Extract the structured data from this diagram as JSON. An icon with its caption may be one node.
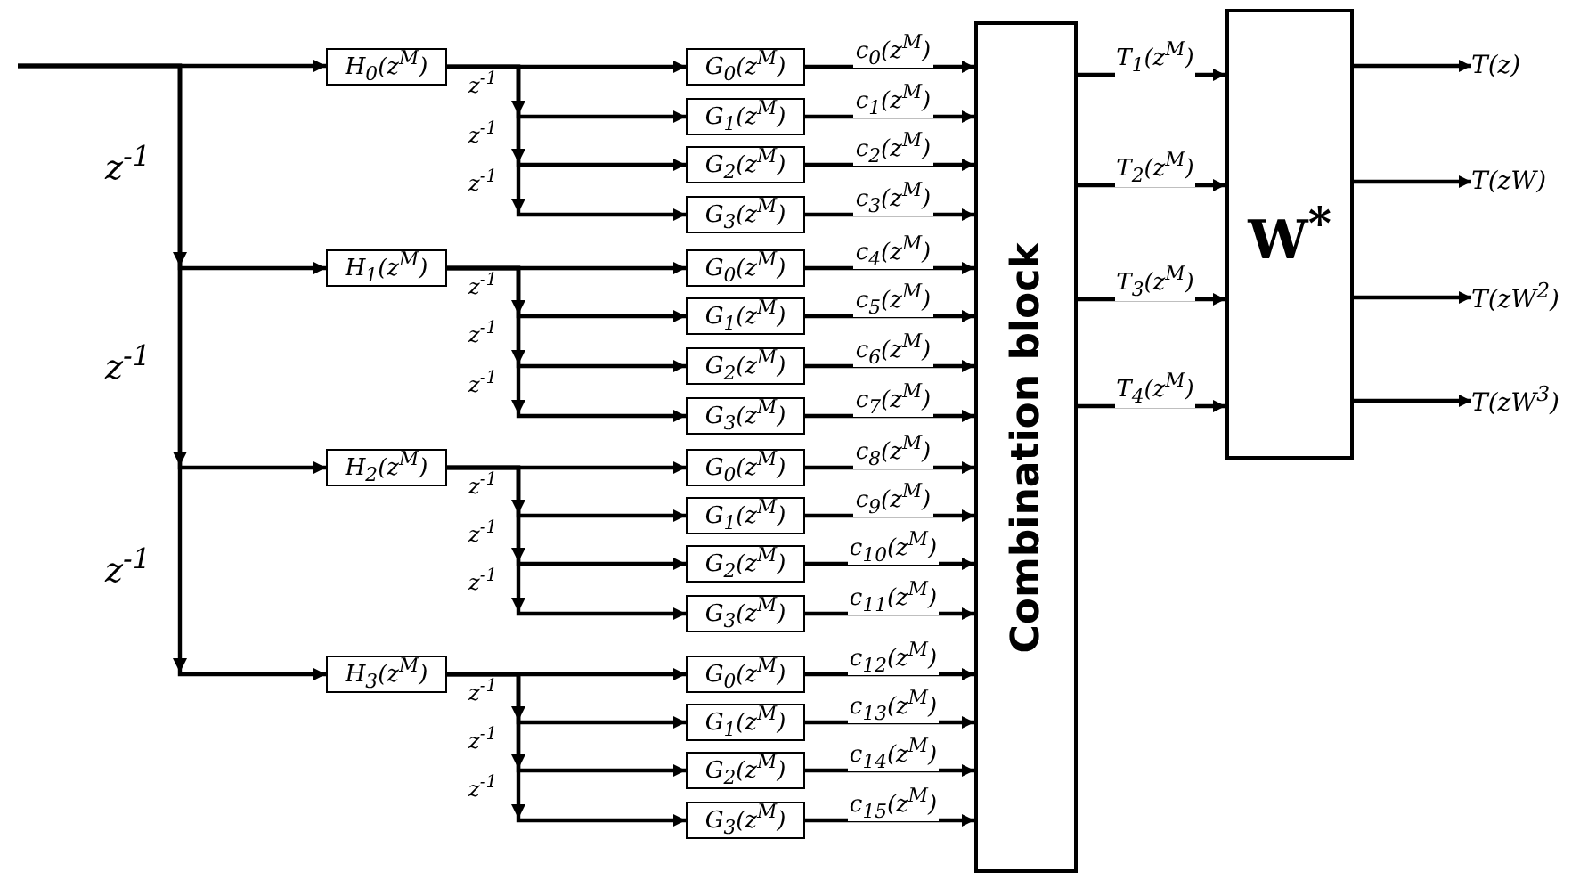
{
  "diagram": {
    "nodes": [
      {
        "text": [
          "H$_{0}$(z$^{M}$)"
        ]
      },
      {
        "text": [
          "H$_{1}$(z$^{M}$)"
        ]
      },
      {
        "text": [
          "H$_{2}$(z$^{M}$)"
        ]
      },
      {
        "text": [
          "H$_{3}$(z$^{M}$)"
        ]
      },
      {
        "text": [
          "G$_{0}$(z$^{M}$)"
        ]
      },
      {
        "text": [
          "G$_{1}$(z$^{M}$)"
        ]
      },
      {
        "text": [
          "G$_{2}$(z$^{M}$)"
        ]
      },
      {
        "text": [
          "G$_{3}$(z$^{M}$)"
        ]
      },
      {
        "text": [
          "G$_{0}$(z$^{M}$)"
        ]
      },
      {
        "text": [
          "G$_{1}$(z$^{M}$)"
        ]
      },
      {
        "text": [
          "G$_{2}$(z$^{M}$)"
        ]
      },
      {
        "text": [
          "G$_{3}$(z$^{M}$)"
        ]
      },
      {
        "text": [
          "G$_{0}$(z$^{M}$)"
        ]
      },
      {
        "text": [
          "G$_{1}$(z$^{M}$)"
        ]
      },
      {
        "text": [
          "G$_{2}$(z$^{M}$)"
        ]
      },
      {
        "text": [
          "G$_{3}$(z$^{M}$)"
        ]
      },
      {
        "text": [
          "G$_{0}$(z$^{M}$)"
        ]
      },
      {
        "text": [
          "G$_{1}$(z$^{M}$)"
        ]
      },
      {
        "text": [
          "G$_{2}$(z$^{M}$)"
        ]
      },
      {
        "text": [
          "G$_{3}$(z$^{M}$)"
        ]
      },
      {
        "text": [
          "Combination block"
        ]
      },
      {
        "text": [
          "W$^{*}$"
        ]
      },
      {
        "text": [
          "T(z)"
        ]
      },
      {
        "text": [
          "T(zW)"
        ]
      },
      {
        "text": [
          "T(zW$^{2}$)"
        ]
      },
      {
        "text": [
          "T(zW$^{3}$)"
        ]
      }
    ],
    "edges": [
      {
        "from": null,
        "to": 0,
        "arrow": "to"
      },
      {
        "from": null,
        "to": 1,
        "arrow": "to"
      },
      {
        "from": null,
        "to": 2,
        "arrow": "to"
      },
      {
        "from": null,
        "to": 3,
        "arrow": "to"
      },
      {
        "from": 0,
        "to": 4,
        "arrow": "to"
      },
      {
        "from": 0,
        "to": 5,
        "arrow": "to"
      },
      {
        "from": 0,
        "to": 6,
        "arrow": "to"
      },
      {
        "from": 0,
        "to": 7,
        "arrow": "to"
      },
      {
        "from": 1,
        "to": 8,
        "arrow": "to"
      },
      {
        "from": 1,
        "to": 9,
        "arrow": "to"
      },
      {
        "from": 1,
        "to": 10,
        "arrow": "to"
      },
      {
        "from": 1,
        "to": 11,
        "arrow": "to"
      },
      {
        "from": 2,
        "to": 12,
        "arrow": "to"
      },
      {
        "from": 2,
        "to": 13,
        "arrow": "to"
      },
      {
        "from": 2,
        "to": 14,
        "arrow": "to"
      },
      {
        "from": 2,
        "to": 15,
        "arrow": "to"
      },
      {
        "from": 3,
        "to": 16,
        "arrow": "to"
      },
      {
        "from": 3,
        "to": 17,
        "arrow": "to"
      },
      {
        "from": 3,
        "to": 18,
        "arrow": "to"
      },
      {
        "from": 3,
        "to": 19,
        "arrow": "to"
      },
      {
        "from": 4,
        "to": 20,
        "arrow": "to",
        "label": "c$_{0}$(z$^{M}$)"
      },
      {
        "from": 5,
        "to": 20,
        "arrow": "to",
        "label": "c$_{1}$(z$^{M}$)"
      },
      {
        "from": 6,
        "to": 20,
        "arrow": "to",
        "label": "c$_{2}$(z$^{M}$)"
      },
      {
        "from": 7,
        "to": 20,
        "arrow": "to",
        "label": "c$_{3}$(z$^{M}$)"
      },
      {
        "from": 8,
        "to": 20,
        "arrow": "to",
        "label": "c$_{4}$(z$^{M}$)"
      },
      {
        "from": 9,
        "to": 20,
        "arrow": "to",
        "label": "c$_{5}$(z$^{M}$)"
      },
      {
        "from": 10,
        "to": 20,
        "arrow": "to",
        "label": "c$_{6}$(z$^{M}$)"
      },
      {
        "from": 11,
        "to": 20,
        "arrow": "to",
        "label": "c$_{7}$(z$^{M}$)"
      },
      {
        "from": 12,
        "to": 20,
        "arrow": "to",
        "label": "c$_{8}$(z$^{M}$)"
      },
      {
        "from": 13,
        "to": 20,
        "arrow": "to",
        "label": "c$_{9}$(z$^{M}$)"
      },
      {
        "from": 14,
        "to": 20,
        "arrow": "to",
        "label": "c$_{10}$(z$^{M}$)"
      },
      {
        "from": 15,
        "to": 20,
        "arrow": "to",
        "label": "c$_{11}$(z$^{M}$)"
      },
      {
        "from": 16,
        "to": 20,
        "arrow": "to",
        "label": "c$_{12}$(z$^{M}$)"
      },
      {
        "from": 17,
        "to": 20,
        "arrow": "to",
        "label": "c$_{13}$(z$^{M}$)"
      },
      {
        "from": 18,
        "to": 20,
        "arrow": "to",
        "label": "c$_{14}$(z$^{M}$)"
      },
      {
        "from": 19,
        "to": 20,
        "arrow": "to",
        "label": "c$_{15}$(z$^{M}$)"
      },
      {
        "from": 20,
        "to": 21,
        "arrow": "to",
        "label": "T$_{1}$(z$^{M}$)"
      },
      {
        "from": 20,
        "to": 21,
        "arrow": "to",
        "label": "T$_{2}$(z$^{M}$)"
      },
      {
        "from": 20,
        "to": 21,
        "arrow": "to",
        "label": "T$_{3}$(z$^{M}$)"
      },
      {
        "from": 20,
        "to": 21,
        "arrow": "to",
        "label": "T$_{4}$(z$^{M}$)"
      },
      {
        "from": 21,
        "to": 22,
        "arrow": "to"
      },
      {
        "from": 21,
        "to": 23,
        "arrow": "to"
      },
      {
        "from": 21,
        "to": 24,
        "arrow": "to"
      },
      {
        "from": 21,
        "to": 25,
        "arrow": "to"
      }
    ],
    "labels": [
      "z$^{-1}$",
      "z$^{-1}$",
      "z$^{-1}$",
      "z$^{-1}$",
      "z$^{-1}$",
      "z$^{-1}$",
      "z$^{-1}$",
      "z$^{-1}$",
      "z$^{-1}$",
      "z$^{-1}$",
      "z$^{-1}$",
      "z$^{-1}$",
      "z$^{-1}$",
      "z$^{-1}$",
      "z$^{-1}$"
    ]
  }
}
